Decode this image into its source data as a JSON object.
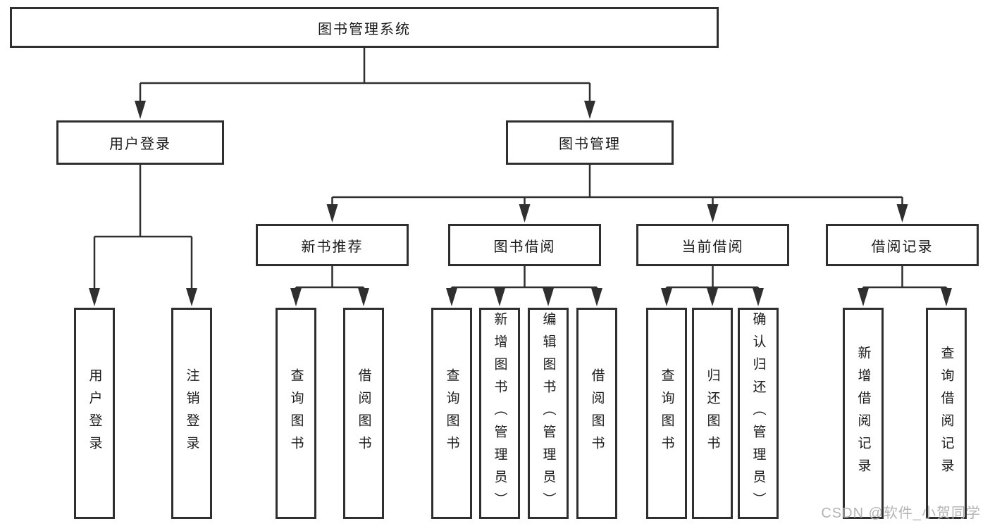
{
  "colors": {
    "line": "#2f2f2f",
    "box_border": "#2f2f2f",
    "box_background": "#ffffff",
    "text": "#1a1a1a",
    "watermark": "#b4b4b4"
  },
  "nodes": {
    "root": {
      "label": "图书管理系统"
    },
    "user_login": {
      "label": "用户登录",
      "children": [
        {
          "label": "用户登录"
        },
        {
          "label": "注销登录"
        }
      ]
    },
    "book_mgmt": {
      "label": "图书管理",
      "children": [
        {
          "label": "新书推荐",
          "children": [
            {
              "label": "查询图书"
            },
            {
              "label": "借阅图书"
            }
          ]
        },
        {
          "label": "图书借阅",
          "children": [
            {
              "label": "查询图书"
            },
            {
              "label": "新增图书（管理员）"
            },
            {
              "label": "编辑图书（管理员）"
            },
            {
              "label": "借阅图书"
            }
          ]
        },
        {
          "label": "当前借阅",
          "children": [
            {
              "label": "查询图书"
            },
            {
              "label": "归还图书"
            },
            {
              "label": "确认归还（管理员）"
            }
          ]
        },
        {
          "label": "借阅记录",
          "children": [
            {
              "label": "新增借阅记录"
            },
            {
              "label": "查询借阅记录"
            }
          ]
        }
      ]
    }
  },
  "watermark": "CSDN @软件_小贺同学"
}
